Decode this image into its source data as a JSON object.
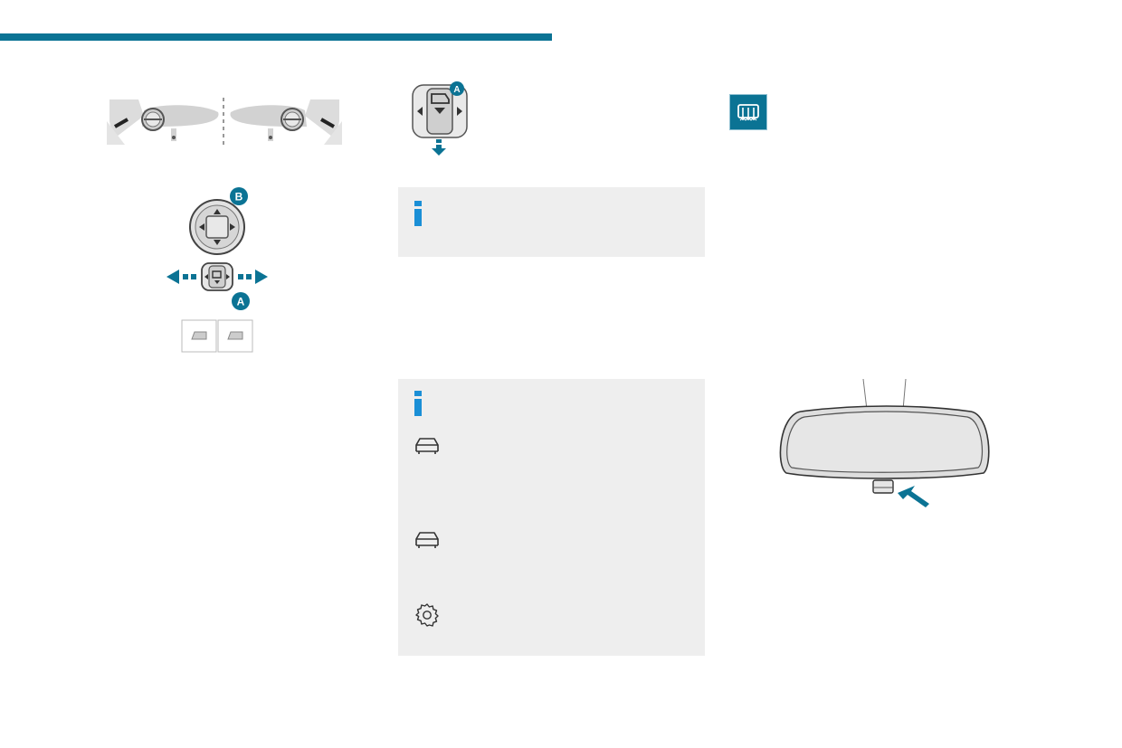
{
  "page": {
    "accent_color": "#0b7394",
    "info_color": "#1a8fd6",
    "panel_color": "#eeeeee"
  },
  "illustrations": {
    "mirror_views_label": "",
    "control_pad": {
      "label_a": "A",
      "label_b": "B"
    },
    "fold_switch": {
      "label_a": "A"
    },
    "defrost_icon": "rear-defrost-icon",
    "rear_view_mirror": "interior-rear-view-mirror"
  },
  "info_boxes": [
    {
      "icon": "info-icon"
    },
    {
      "icon": "info-icon",
      "items": [
        {
          "icon": "car-front-icon"
        },
        {
          "icon": "car-front-icon"
        },
        {
          "icon": "gear-icon"
        }
      ]
    }
  ]
}
